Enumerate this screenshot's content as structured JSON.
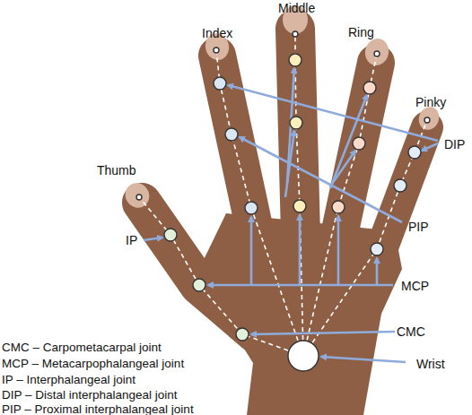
{
  "diagram": {
    "labels": [
      "Middle",
      "Index",
      "Ring",
      "Pinky",
      "Thumb",
      "DIP",
      "IP",
      "PIP",
      "MCP",
      "CMC",
      "Wrist",
      "CMC – Carpometacarpal joint",
      "MCP – Metacarpophalangeal joint",
      "IP – Interphalangeal joint",
      "DIP – Distal interphalangeal joint",
      "PIP – Proximal interphalangeal joint"
    ]
  }
}
